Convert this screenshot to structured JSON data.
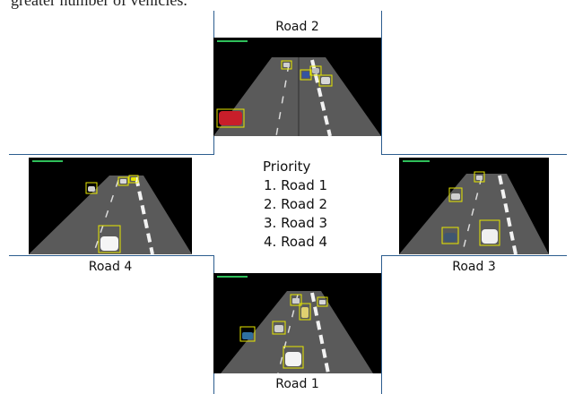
{
  "caption_fragment": "greater number of vehicles.",
  "panels": {
    "road2": {
      "label": "Road 2"
    },
    "road4": {
      "label": "Road 4"
    },
    "road3": {
      "label": "Road 3"
    },
    "road1": {
      "label": "Road 1"
    }
  },
  "priority": {
    "title": "Priority",
    "items": [
      "1.  Road 1",
      "2. Road 2",
      "3. Road 3",
      "4. Road 4"
    ]
  },
  "colors": {
    "frame_line": "#2c5d8f",
    "road": "#5a5a5a",
    "lane_mark": "#f2f2f2",
    "box": "#e8e800"
  },
  "icons": [
    "car-icon",
    "detection-box-icon"
  ]
}
